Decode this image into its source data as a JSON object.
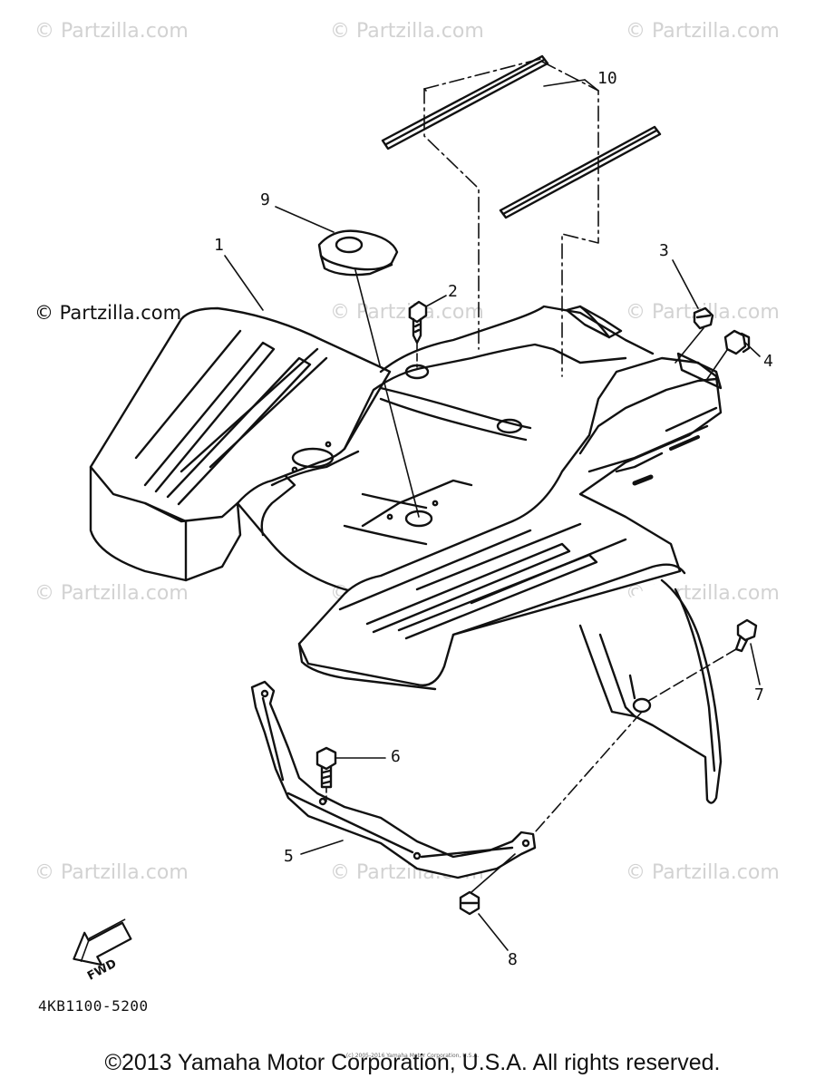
{
  "diagram": {
    "part_number": "4KB1100-5200",
    "fwd_label": "FWD",
    "callouts": [
      "1",
      "2",
      "3",
      "4",
      "5",
      "6",
      "7",
      "8",
      "9",
      "10"
    ]
  },
  "watermark": {
    "text": "© Partzilla.com",
    "prominent_text": "© Partzilla.com"
  },
  "footer": {
    "copyright": "©2013 Yamaha Motor Corporation, U.S.A. All rights reserved.",
    "tiny_copyright": "(c) 2005-2016 Yamaha Motor Corporation, U.S.A."
  },
  "colors": {
    "line": "#111111",
    "watermark": "#d2d2d2",
    "background": "#ffffff"
  }
}
